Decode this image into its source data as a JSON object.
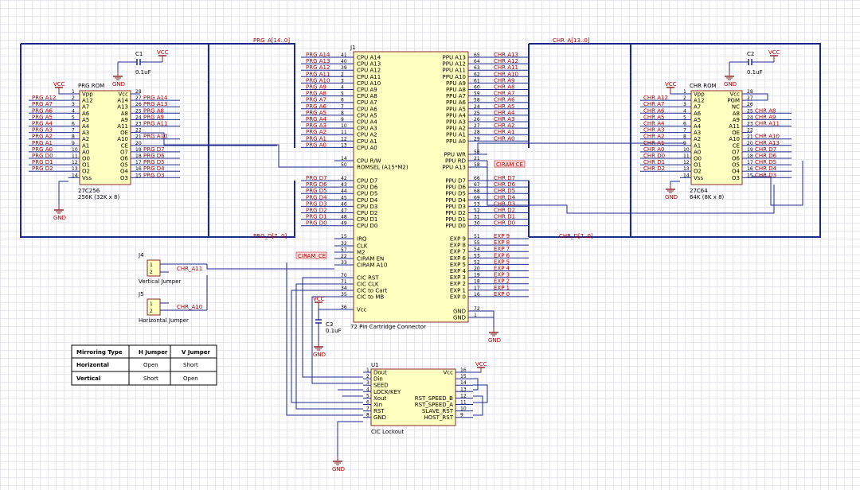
{
  "j1": {
    "ref": "J1",
    "name": "72 Pin Cartridge Connector",
    "left_pins": [
      {
        "num": "41",
        "name": "CPU A14",
        "net": "PRG A14"
      },
      {
        "num": "40",
        "name": "CPU A13",
        "net": "PRG A13"
      },
      {
        "num": "39",
        "name": "CPU A12",
        "net": "PRG A12"
      },
      {
        "num": "2",
        "name": "CPU A11",
        "net": "PRG A11"
      },
      {
        "num": "3",
        "name": "CPU A10",
        "net": "PRG A10"
      },
      {
        "num": "4",
        "name": "CPU A9",
        "net": "PRG A9"
      },
      {
        "num": "5",
        "name": "CPU A8",
        "net": "PRG A8"
      },
      {
        "num": "6",
        "name": "CPU A7",
        "net": "PRG A7"
      },
      {
        "num": "7",
        "name": "CPU A6",
        "net": "PRG A6"
      },
      {
        "num": "8",
        "name": "CPU A5",
        "net": "PRG A5"
      },
      {
        "num": "9",
        "name": "CPU A4",
        "net": "PRG A4"
      },
      {
        "num": "10",
        "name": "CPU A3",
        "net": "PRG A3"
      },
      {
        "num": "11",
        "name": "CPU A2",
        "net": "PRG A2"
      },
      {
        "num": "12",
        "name": "CPU A1",
        "net": "PRG A1"
      },
      {
        "num": "13",
        "name": "CPU A0",
        "net": "PRG A0"
      },
      {
        "num": "14",
        "name": "CPU R/W",
        "net": ""
      },
      {
        "num": "50",
        "name": "ROMSEL (A15*M2)",
        "net": ""
      },
      {
        "num": "42",
        "name": "CPU D7",
        "net": "PRG D7"
      },
      {
        "num": "43",
        "name": "CPU D6",
        "net": "PRG D6"
      },
      {
        "num": "44",
        "name": "CPU D5",
        "net": "PRG D5"
      },
      {
        "num": "45",
        "name": "CPU D4",
        "net": "PRG D4"
      },
      {
        "num": "46",
        "name": "CPU D3",
        "net": "PRG D3"
      },
      {
        "num": "47",
        "name": "CPU D2",
        "net": "PRG D2"
      },
      {
        "num": "48",
        "name": "CPU D1",
        "net": "PRG D1"
      },
      {
        "num": "49",
        "name": "CPU D0",
        "net": "PRG D0"
      },
      {
        "num": "15",
        "name": "IRQ",
        "net": ""
      },
      {
        "num": "32",
        "name": "CLK",
        "net": ""
      },
      {
        "num": "57",
        "name": "M2",
        "net": "CIRAM CE"
      },
      {
        "num": "22",
        "name": "CIRAM EN",
        "net": ""
      },
      {
        "num": "33",
        "name": "CIRAM A10",
        "net": ""
      },
      {
        "num": "70",
        "name": "CIC RST",
        "net": ""
      },
      {
        "num": "71",
        "name": "CIC CLK",
        "net": ""
      },
      {
        "num": "34",
        "name": "CIC to Cart",
        "net": ""
      },
      {
        "num": "35",
        "name": "CIC to MB",
        "net": ""
      },
      {
        "num": "36",
        "name": "Vcc",
        "net": ""
      }
    ],
    "right_pins": [
      {
        "num": "65",
        "name": "PPU A13",
        "net": "CHR A13"
      },
      {
        "num": "64",
        "name": "PPU A12",
        "net": "CHR A12"
      },
      {
        "num": "63",
        "name": "PPU A11",
        "net": "CHR A11"
      },
      {
        "num": "62",
        "name": "PPU A10",
        "net": "CHR A10"
      },
      {
        "num": "61",
        "name": "PPU A9",
        "net": "CHR A9"
      },
      {
        "num": "60",
        "name": "PPU A8",
        "net": "CHR A8"
      },
      {
        "num": "59",
        "name": "PPU A7",
        "net": "CHR A7"
      },
      {
        "num": "58",
        "name": "PPU A6",
        "net": "CHR A6"
      },
      {
        "num": "24",
        "name": "PPU A5",
        "net": "CHR A5"
      },
      {
        "num": "25",
        "name": "PPU A4",
        "net": "CHR A4"
      },
      {
        "num": "26",
        "name": "PPU A3",
        "net": "CHR A3"
      },
      {
        "num": "27",
        "name": "PPU A2",
        "net": "CHR A2"
      },
      {
        "num": "28",
        "name": "PPU A1",
        "net": "CHR A1"
      },
      {
        "num": "29",
        "name": "PPU A0",
        "net": "CHR A0"
      },
      {
        "num": "56",
        "name": "PPU WR",
        "net": ""
      },
      {
        "num": "21",
        "name": "PPU RD",
        "net": ""
      },
      {
        "num": "58",
        "name": "PPU A13",
        "net": "CIRAM CE"
      },
      {
        "num": "66",
        "name": "PPU D7",
        "net": "CHR D7"
      },
      {
        "num": "67",
        "name": "PPU D6",
        "net": "CHR D6"
      },
      {
        "num": "68",
        "name": "PPU D5",
        "net": "CHR D5"
      },
      {
        "num": "69",
        "name": "PPU D4",
        "net": "CHR D4"
      },
      {
        "num": "53",
        "name": "PPU D3",
        "net": "CHR D3"
      },
      {
        "num": "52",
        "name": "PPU D2",
        "net": "CHR D2"
      },
      {
        "num": "31",
        "name": "PPU D1",
        "net": "CHR D1"
      },
      {
        "num": "30",
        "name": "PPU D0",
        "net": "CHR D0"
      },
      {
        "num": "51",
        "name": "EXP 9",
        "net": "EXP 9"
      },
      {
        "num": "55",
        "name": "EXP 8",
        "net": "EXP 8"
      },
      {
        "num": "54",
        "name": "EXP 7",
        "net": "EXP 7"
      },
      {
        "num": "53",
        "name": "EXP 6",
        "net": "EXP 6"
      },
      {
        "num": "52",
        "name": "EXP 5",
        "net": "EXP 5"
      },
      {
        "num": "20",
        "name": "EXP 4",
        "net": "EXP 4"
      },
      {
        "num": "19",
        "name": "EXP 3",
        "net": "EXP 3"
      },
      {
        "num": "18",
        "name": "EXP 2",
        "net": "EXP 2"
      },
      {
        "num": "17",
        "name": "EXP 1",
        "net": "EXP 1"
      },
      {
        "num": "16",
        "name": "EXP 0",
        "net": "EXP 0"
      },
      {
        "num": "72",
        "name": "GND",
        "net": ""
      },
      {
        "num": "1",
        "name": "GND",
        "net": ""
      }
    ]
  },
  "prg_rom": {
    "title": "PRG ROM",
    "part": "27C256",
    "desc": "256K (32K x 8)",
    "left_pins": [
      {
        "num": "1",
        "name": "Vpp",
        "net": ""
      },
      {
        "num": "2",
        "name": "A12",
        "net": "PRG A12"
      },
      {
        "num": "3",
        "name": "A7",
        "net": "PRG A7"
      },
      {
        "num": "4",
        "name": "A6",
        "net": "PRG A6"
      },
      {
        "num": "5",
        "name": "A5",
        "net": "PRG A5"
      },
      {
        "num": "6",
        "name": "A4",
        "net": "PRG A4"
      },
      {
        "num": "7",
        "name": "A3",
        "net": "PRG A3"
      },
      {
        "num": "8",
        "name": "A2",
        "net": "PRG A2"
      },
      {
        "num": "9",
        "name": "A1",
        "net": "PRG A1"
      },
      {
        "num": "10",
        "name": "A0",
        "net": "PRG A0"
      },
      {
        "num": "11",
        "name": "O0",
        "net": "PRG D0"
      },
      {
        "num": "12",
        "name": "O1",
        "net": "PRG D1"
      },
      {
        "num": "13",
        "name": "O2",
        "net": "PRG D2"
      },
      {
        "num": "14",
        "name": "Vss",
        "net": ""
      }
    ],
    "right_pins": [
      {
        "num": "28",
        "name": "Vcc",
        "net": ""
      },
      {
        "num": "27",
        "name": "A14",
        "net": "PRG A14"
      },
      {
        "num": "26",
        "name": "A13",
        "net": "PRG A13"
      },
      {
        "num": "25",
        "name": "A8",
        "net": "PRG A8"
      },
      {
        "num": "24",
        "name": "A9",
        "net": "PRG A9"
      },
      {
        "num": "23",
        "name": "A11",
        "net": "PRG A11"
      },
      {
        "num": "22",
        "name": "OE",
        "net": ""
      },
      {
        "num": "21",
        "name": "A10",
        "net": "PRG A10"
      },
      {
        "num": "20",
        "name": "CE",
        "net": ""
      },
      {
        "num": "19",
        "name": "O7",
        "net": "PRG D7"
      },
      {
        "num": "18",
        "name": "O6",
        "net": "PRG D6"
      },
      {
        "num": "17",
        "name": "O5",
        "net": "PRG D5"
      },
      {
        "num": "16",
        "name": "O4",
        "net": "PRG D4"
      },
      {
        "num": "15",
        "name": "O3",
        "net": "PRG D3"
      }
    ]
  },
  "chr_rom": {
    "title": "CHR ROM",
    "part": "27C64",
    "desc": "64K (8K x 8)",
    "left_pins": [
      {
        "num": "1",
        "name": "Vpp",
        "net": ""
      },
      {
        "num": "2",
        "name": "A12",
        "net": "CHR A12"
      },
      {
        "num": "3",
        "name": "A7",
        "net": "CHR A7"
      },
      {
        "num": "4",
        "name": "A6",
        "net": "CHR A6"
      },
      {
        "num": "5",
        "name": "A5",
        "net": "CHR A5"
      },
      {
        "num": "6",
        "name": "A4",
        "net": "CHR A4"
      },
      {
        "num": "7",
        "name": "A3",
        "net": "CHR A3"
      },
      {
        "num": "8",
        "name": "A2",
        "net": "CHR A2"
      },
      {
        "num": "9",
        "name": "A1",
        "net": "CHR A1"
      },
      {
        "num": "10",
        "name": "A0",
        "net": "CHR A0"
      },
      {
        "num": "11",
        "name": "O0",
        "net": "CHR D0"
      },
      {
        "num": "12",
        "name": "O1",
        "net": "CHR D1"
      },
      {
        "num": "13",
        "name": "O2",
        "net": "CHR D2"
      },
      {
        "num": "14",
        "name": "Vss",
        "net": ""
      }
    ],
    "right_pins": [
      {
        "num": "28",
        "name": "Vcc",
        "net": ""
      },
      {
        "num": "27",
        "name": "PGM",
        "net": ""
      },
      {
        "num": "26",
        "name": "NC",
        "net": ""
      },
      {
        "num": "25",
        "name": "A8",
        "net": "CHR A8"
      },
      {
        "num": "24",
        "name": "A9",
        "net": "CHR A9"
      },
      {
        "num": "23",
        "name": "A11",
        "net": "CHR A11"
      },
      {
        "num": "22",
        "name": "OE",
        "net": ""
      },
      {
        "num": "21",
        "name": "A10",
        "net": "CHR A10"
      },
      {
        "num": "20",
        "name": "CE",
        "net": "CHR A13"
      },
      {
        "num": "19",
        "name": "O7",
        "net": "CHR D7"
      },
      {
        "num": "18",
        "name": "O6",
        "net": "CHR D6"
      },
      {
        "num": "17",
        "name": "O5",
        "net": "CHR D5"
      },
      {
        "num": "16",
        "name": "O4",
        "net": "CHR D4"
      },
      {
        "num": "15",
        "name": "O3",
        "net": "CHR D3"
      }
    ]
  },
  "u1": {
    "ref": "U1",
    "name": "CIC Lockout",
    "left_pins": [
      {
        "num": "1",
        "name": "Dout"
      },
      {
        "num": "2",
        "name": "Din"
      },
      {
        "num": "3",
        "name": "SEED"
      },
      {
        "num": "4",
        "name": "LOCK/KEY"
      },
      {
        "num": "5",
        "name": "Xout"
      },
      {
        "num": "6",
        "name": "Xin"
      },
      {
        "num": "7",
        "name": "RST"
      },
      {
        "num": "8",
        "name": "GND"
      }
    ],
    "right_pins": [
      {
        "num": "16",
        "name": "Vcc"
      },
      {
        "num": "15",
        "name": ""
      },
      {
        "num": "14",
        "name": ""
      },
      {
        "num": "13",
        "name": ""
      },
      {
        "num": "12",
        "name": "RST_SPEED_B"
      },
      {
        "num": "11",
        "name": "RST_SPEED_A"
      },
      {
        "num": "10",
        "name": "SLAVE_RST"
      },
      {
        "num": "9",
        "name": "HOST_RST"
      }
    ]
  },
  "bus_labels": {
    "prg_a": "PRG_A[14..0]",
    "chr_a": "CHR_A[13..0]",
    "prg_d": "PRG_D[7..0]",
    "chr_d": "CHR_D[7..0]",
    "ciram_ce": "CIRAM_CE",
    "ciram_ce2": "CIRAM CE"
  },
  "caps": {
    "c1": {
      "ref": "C1",
      "value": "0.1uF"
    },
    "c2": {
      "ref": "C2",
      "value": "0.1uF"
    },
    "c3": {
      "ref": "C3",
      "value": "0.1uF"
    }
  },
  "power": {
    "vcc": "VCC",
    "gnd": "GND"
  },
  "jumpers": {
    "j4": {
      "ref": "J4",
      "label": "Vertical Jumper",
      "net": "CHR_A11"
    },
    "j5": {
      "ref": "J5",
      "label": "Horizontal Jumper",
      "net": "CHR_A10"
    }
  },
  "mirror_table": {
    "headers": [
      "Mirroring Type",
      "H Jumper",
      "V Jumper"
    ],
    "rows": [
      [
        "Horizontal",
        "Open",
        "Short"
      ],
      [
        "Vertical",
        "Short",
        "Open"
      ]
    ]
  }
}
